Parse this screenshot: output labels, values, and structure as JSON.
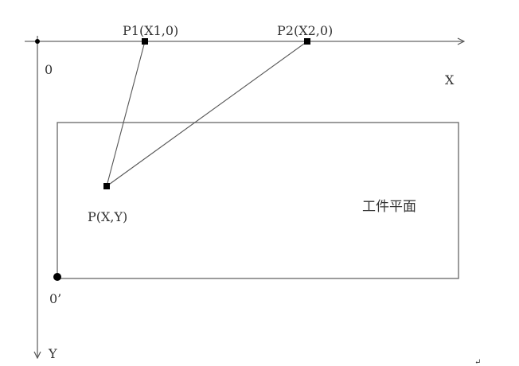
{
  "diagram": {
    "labels": {
      "origin": "0",
      "x_axis": "X",
      "y_axis": "Y",
      "p1": "P1(X1,0)",
      "p2": "P2(X2,0)",
      "p": "P(X,Y)",
      "workpiece": "工件平面",
      "origin_prime": "0’",
      "paragraph_mark": "↵"
    },
    "colors": {
      "line": "#555555",
      "point": "#000000"
    }
  }
}
